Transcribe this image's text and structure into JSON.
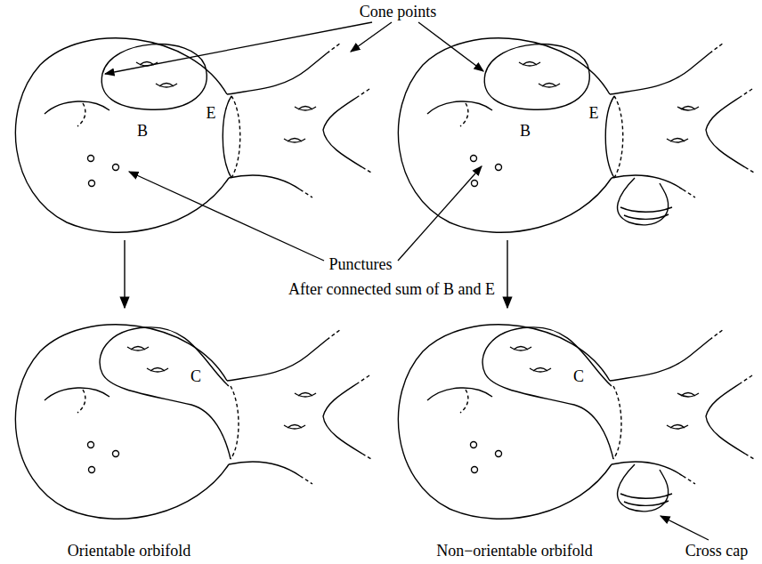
{
  "diagram": {
    "nodes": [
      {
        "text": [
          "B",
          "E"
        ]
      },
      {
        "text": [
          "B",
          "E"
        ]
      },
      {
        "text": [
          "C",
          "Orientable orbifold"
        ]
      },
      {
        "text": [
          "C",
          "Non−orientable orbifold"
        ]
      }
    ],
    "edges": [
      {
        "from": 0,
        "to": 2,
        "arrow": "to"
      },
      {
        "from": 1,
        "to": 3,
        "arrow": "to"
      }
    ],
    "labels": [
      "Cone points",
      "Punctures",
      "After connected sum of B and E",
      "Cross cap"
    ]
  }
}
